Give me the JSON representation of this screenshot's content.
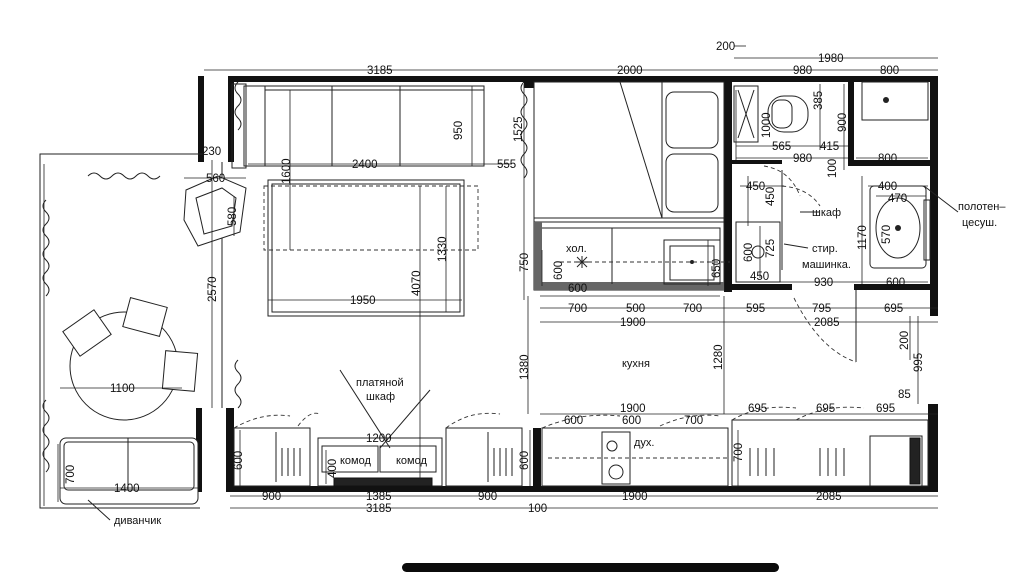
{
  "dimensions": {
    "top_total_left": "3185",
    "top_total_mid": "2000",
    "top_200": "200",
    "top_1980": "1980",
    "top_980": "980",
    "top_800": "800",
    "bottom_900_a": "900",
    "bottom_1385": "1385",
    "bottom_900_b": "900",
    "bottom_1900": "1900",
    "bottom_2085": "2085",
    "bottom_3185": "3185",
    "bottom_100": "100",
    "left_230": "230",
    "left_2570": "2570",
    "sofa_2400": "2400",
    "sofa_950": "950",
    "sofa_1600": "1600",
    "bed_1950": "1950",
    "bed_1330": "1330",
    "v_4070": "4070",
    "v_1525": "1525",
    "v_555": "555",
    "v_750": "750",
    "v_1380": "1380",
    "v_1280": "1280",
    "v_600_bl": "600",
    "v_600_b2": "600",
    "v_700_b": "700",
    "chair_560": "560",
    "chair_580": "580",
    "table_1100": "1100",
    "divan_1400": "1400",
    "divan_700": "700",
    "kitchen_600_v": "600",
    "kitchen_600_h": "600",
    "kitchen_650": "650",
    "k_700_a": "700",
    "k_500": "500",
    "k_700_b": "700",
    "k_1900": "1900",
    "b_595": "595",
    "b_795": "795",
    "b_2085": "2085",
    "b_695_r": "695",
    "b_200": "200",
    "b_995": "995",
    "b_85": "85",
    "wc_385": "385",
    "wc_1000": "1000",
    "wc_565": "565",
    "wc_415": "415",
    "wc_900": "900",
    "wc_980": "980",
    "wc_800": "800",
    "wc_100": "100",
    "shk_450_h": "450",
    "shk_450_v": "450",
    "shk_725": "725",
    "shk_600": "600",
    "shk_450_b": "450",
    "shk_930": "930",
    "bath_400": "400",
    "bath_470": "470",
    "bath_570": "570",
    "bath_1170": "1170",
    "bath_600": "600",
    "bath_695": "695",
    "mid_1900": "1900",
    "mid_600_a": "600",
    "mid_600_b": "600",
    "mid_700": "700",
    "r_695_a": "695",
    "r_695_b": "695",
    "r_695_c": "695",
    "wardrobe_1200": "1200",
    "wardrobe_400": "400"
  },
  "labels": {
    "hol": "хол.",
    "shkaf": "шкаф",
    "stir": "стир.",
    "mashinka": "машинка.",
    "kukhnya": "кухня",
    "platyanoy": "платяной",
    "shkaf2": "шкаф",
    "komod_1": "комод",
    "komod_2": "комод",
    "dukh": "дух.",
    "divanchik": "диванчик",
    "polotentsesush_1": "полотен–",
    "polotentsesush_2": "цесуш."
  }
}
